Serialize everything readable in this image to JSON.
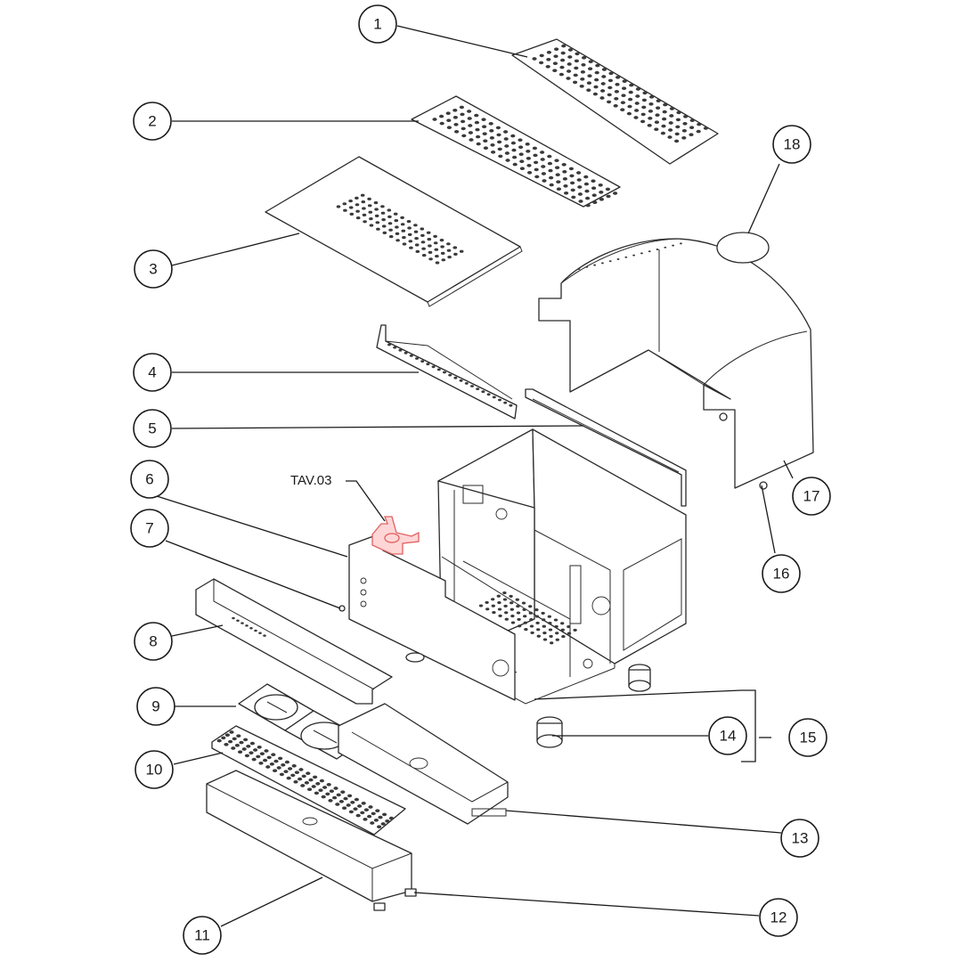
{
  "callouts": [
    {
      "id": "1",
      "label": "1"
    },
    {
      "id": "2",
      "label": "2"
    },
    {
      "id": "3",
      "label": "3"
    },
    {
      "id": "4",
      "label": "4"
    },
    {
      "id": "5",
      "label": "5"
    },
    {
      "id": "6",
      "label": "6"
    },
    {
      "id": "7",
      "label": "7"
    },
    {
      "id": "8",
      "label": "8"
    },
    {
      "id": "9",
      "label": "9"
    },
    {
      "id": "10",
      "label": "10"
    },
    {
      "id": "11",
      "label": "11"
    },
    {
      "id": "12",
      "label": "12"
    },
    {
      "id": "13",
      "label": "13"
    },
    {
      "id": "14",
      "label": "14"
    },
    {
      "id": "15",
      "label": "15"
    },
    {
      "id": "16",
      "label": "16"
    },
    {
      "id": "17",
      "label": "17"
    },
    {
      "id": "18",
      "label": "18"
    }
  ],
  "reference": {
    "label": "TAV.03"
  },
  "colors": {
    "highlight_part": "#e06060",
    "line": "#1a1a1a",
    "background": "#ffffff"
  }
}
